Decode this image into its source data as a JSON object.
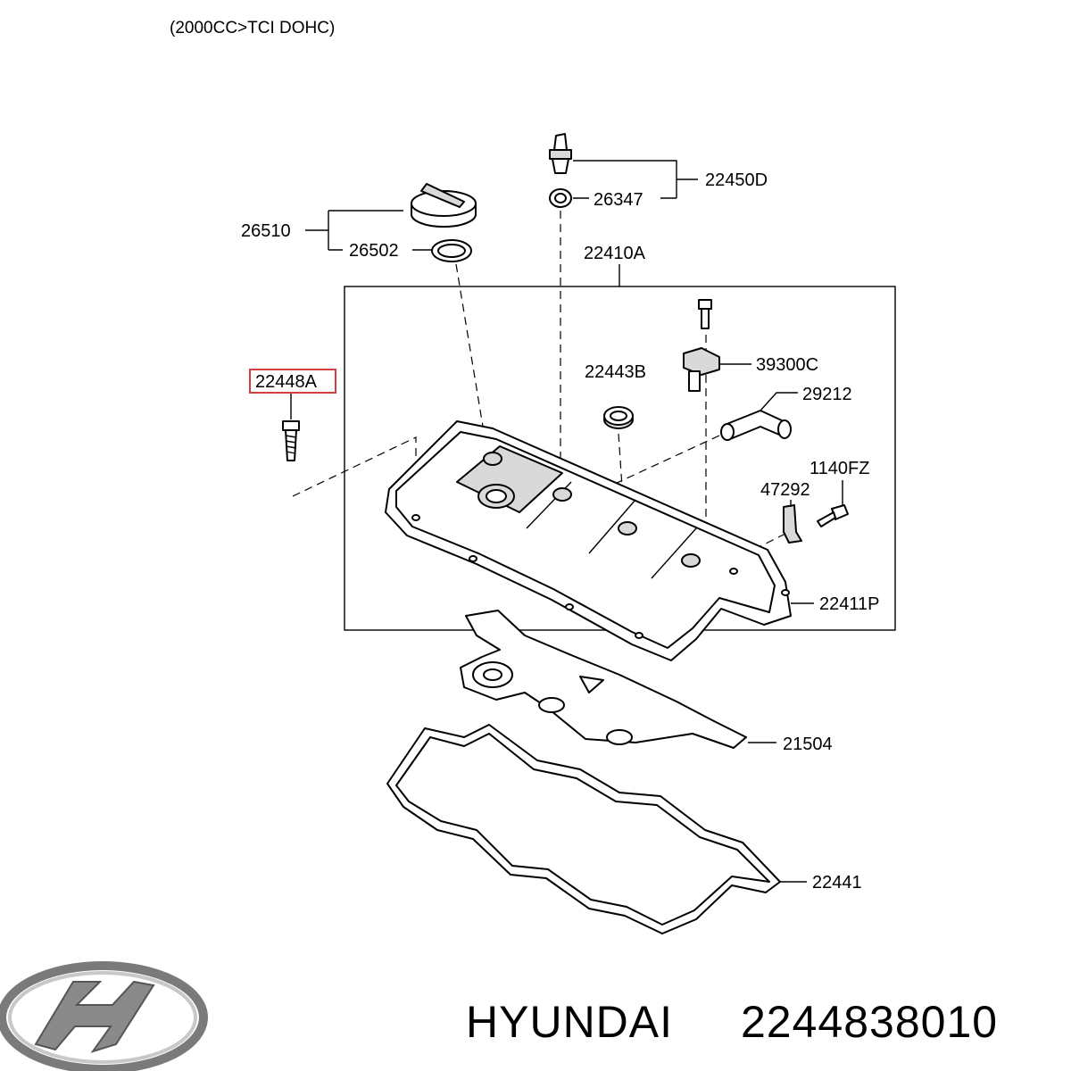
{
  "header": {
    "engine_spec": "(2000CC>TCI DOHC)"
  },
  "parts": {
    "p22450D": "22450D",
    "p26347": "26347",
    "p26510": "26510",
    "p26502": "26502",
    "p22410A": "22410A",
    "p22443B": "22443B",
    "p39300C": "39300C",
    "p29212": "29212",
    "p22448A": "22448A",
    "p1140FZ": "1140FZ",
    "p47292": "47292",
    "p22411P": "22411P",
    "p21504": "21504",
    "p22441": "22441"
  },
  "highlight": {
    "part": "22448A",
    "color": "#d04040"
  },
  "footer": {
    "brand": "HYUNDAI",
    "part_number": "2244838010"
  },
  "icons": {
    "logo": "hyundai-logo-icon"
  }
}
